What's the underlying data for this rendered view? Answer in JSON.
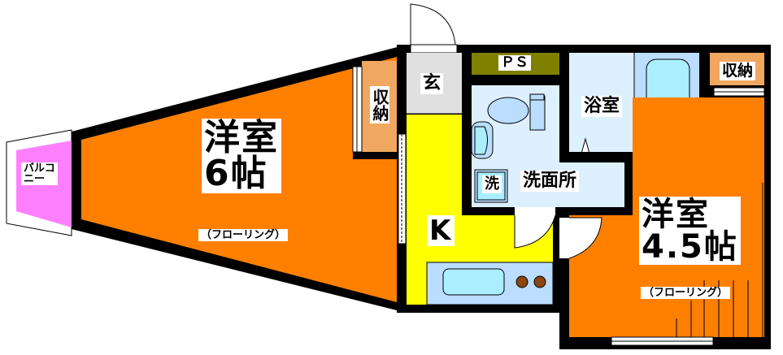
{
  "floor_plan": {
    "colors": {
      "western_room": "#ff8000",
      "storage": "#f0a860",
      "balcony": "#ff80ff",
      "entrance": "#e0e0e0",
      "kitchen": "#ffff00",
      "pipe_space": "#808000",
      "wet_area": "#ddf0ff",
      "fixture": "#bbddff",
      "tub": "#aaeeff",
      "stove_burner": "#8b4513",
      "wall": "#000000"
    },
    "rooms": {
      "balcony": {
        "label_line1": "バルコ",
        "label_line2": "ニー"
      },
      "room_6": {
        "name": "洋室",
        "size": "6帖",
        "floor": "（フローリング）"
      },
      "storage_left": {
        "label": "収納"
      },
      "entrance": {
        "label": "玄"
      },
      "pipe_space": {
        "label": "ＰＳ"
      },
      "bath": {
        "label": "浴室"
      },
      "storage_right": {
        "label": "収納"
      },
      "washroom": {
        "label": "洗面所",
        "washer_label": "洗"
      },
      "kitchen": {
        "label": "K"
      },
      "room_4_5": {
        "name": "洋室",
        "size": "4.5帖",
        "floor": "（フローリング）"
      }
    }
  }
}
